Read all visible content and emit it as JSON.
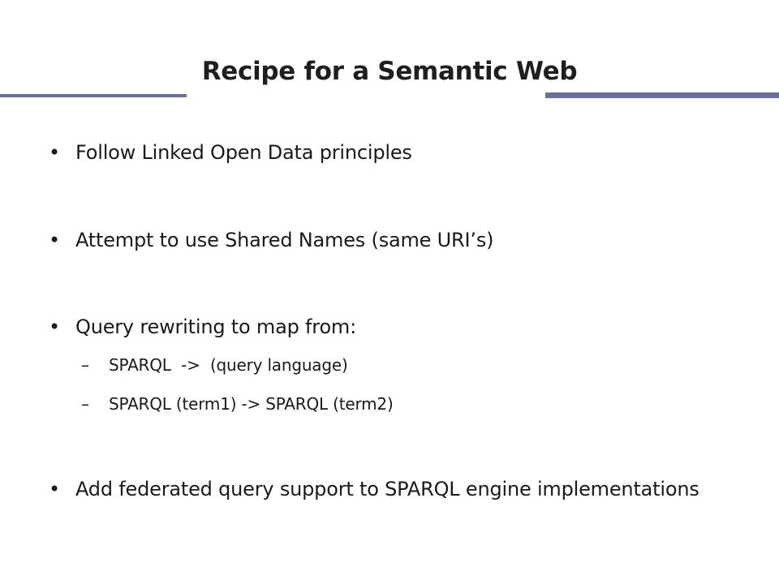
{
  "slide": {
    "title": "Recipe for a Semantic Web",
    "accent_color": "#6b6f9b",
    "bullet_glyph": "•",
    "dash_glyph": "–",
    "bullets": [
      {
        "text": "Follow Linked Open Data principles"
      },
      {
        "text": "Attempt to use Shared Names (same URI’s)"
      },
      {
        "text": "Query rewriting to map from:"
      },
      {
        "text": "Add federated query support to SPARQL engine implementations"
      }
    ],
    "sub_bullets": [
      {
        "text": "SPARQL  ->  (query language)"
      },
      {
        "text": "SPARQL (term1) -> SPARQL (term2)"
      }
    ]
  }
}
